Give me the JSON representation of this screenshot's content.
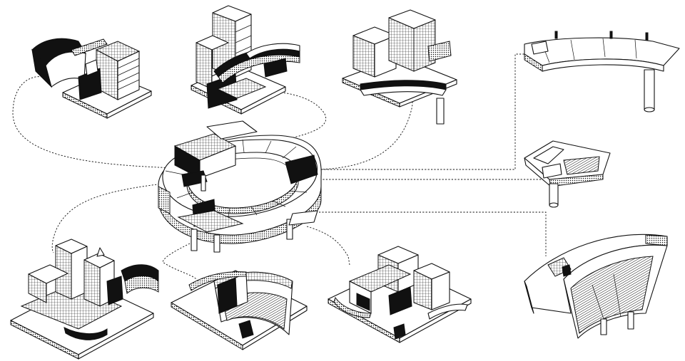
{
  "diagram": {
    "background": "#ffffff",
    "ink": "#111111",
    "hub": {
      "name": "central-ring-building"
    },
    "buildings": [
      {
        "id": "building-top-left",
        "style": "slab-tower-with-curved-roof"
      },
      {
        "id": "building-top-center",
        "style": "tall-tower-with-arched-walkway"
      },
      {
        "id": "building-top-right",
        "style": "twin-blocks-with-bridge"
      },
      {
        "id": "building-bottom-left",
        "style": "tower-cluster-with-pedestal"
      },
      {
        "id": "building-bottom-center",
        "style": "stepped-seating-arc"
      },
      {
        "id": "building-bottom-right",
        "style": "stacked-block-complex"
      }
    ],
    "fragments": [
      {
        "id": "fragment-curved-deck"
      },
      {
        "id": "fragment-staircase-box"
      },
      {
        "id": "fragment-seating-bowl"
      }
    ],
    "connections": [
      {
        "from": "central-ring-building",
        "to": "building-top-left"
      },
      {
        "from": "central-ring-building",
        "to": "building-top-center"
      },
      {
        "from": "central-ring-building",
        "to": "building-top-right"
      },
      {
        "from": "central-ring-building",
        "to": "building-bottom-left"
      },
      {
        "from": "central-ring-building",
        "to": "building-bottom-center"
      },
      {
        "from": "central-ring-building",
        "to": "building-bottom-right"
      },
      {
        "from": "central-ring-building",
        "to": "fragment-curved-deck"
      },
      {
        "from": "central-ring-building",
        "to": "fragment-staircase-box"
      },
      {
        "from": "central-ring-building",
        "to": "fragment-seating-bowl"
      }
    ]
  }
}
